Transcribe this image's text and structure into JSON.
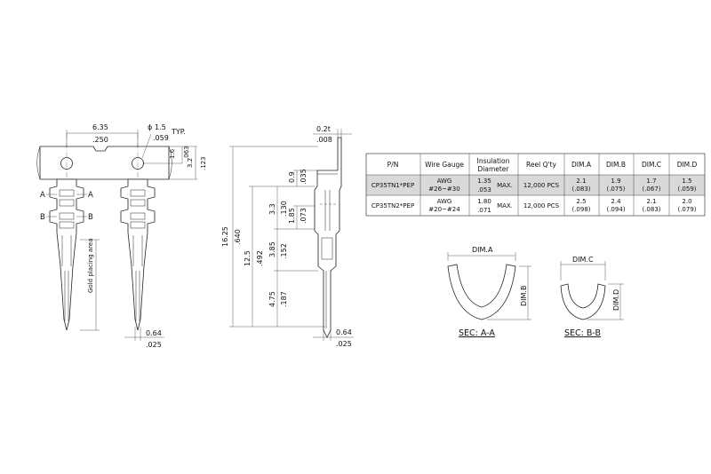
{
  "front_view": {
    "pitch_mm": "6.35",
    "pitch_in": ".250",
    "hole_mm": "1.5",
    "hole_in": ".059",
    "hole_typ": "TYP.",
    "carrier_h1_mm": "1.6",
    "carrier_h1_in": ".063",
    "carrier_h2_mm": "3.2",
    "carrier_h2_in": ".123",
    "section_a_left": "A",
    "section_a_right": "A",
    "section_b_left": "B",
    "section_b_right": "B",
    "plating_label": "Gold placing area",
    "pin_mm": "0.64",
    "pin_in": ".025"
  },
  "side_view": {
    "thk_mm": "0.2t",
    "thk_in": ".008",
    "d_09_mm": "0.9",
    "d_09_in": ".035",
    "d_33_mm": "3.3",
    "d_33_in": ".130",
    "d_185_mm": "1.85",
    "d_185_in": ".073",
    "d_385_mm": "3.85",
    "d_385_in": ".152",
    "d_125_mm": "12.5",
    "d_125_in": ".492",
    "d_475_mm": "4.75",
    "d_475_in": ".187",
    "d_1625_mm": "16.25",
    "d_1625_in": ".640",
    "pin_mm": "0.64",
    "pin_in": ".025"
  },
  "spec_table": {
    "headers": [
      "P/N",
      "Wire Gauge",
      "Insulation Diameter",
      "Reel Q'ty",
      "DIM.A",
      "DIM.B",
      "DIM.C",
      "DIM.D"
    ],
    "header_ins_line1": "Insulation",
    "header_ins_line2": "Diameter",
    "max_label": "MAX.",
    "rows": [
      {
        "pn": "CP35TN1*PEP",
        "gauge_1": "AWG",
        "gauge_2": "#26~#30",
        "ins_mm": "1.35",
        "ins_in": ".053",
        "reel": "12,000 PCS",
        "dim_a": "2.1",
        "dim_a_in": "(.083)",
        "dim_b": "1.9",
        "dim_b_in": "(.075)",
        "dim_c": "1.7",
        "dim_c_in": "(.067)",
        "dim_d": "1.5",
        "dim_d_in": "(.059)",
        "highlight": true
      },
      {
        "pn": "CP35TN2*PEP",
        "gauge_1": "AWG",
        "gauge_2": "#20~#24",
        "ins_mm": "1.80",
        "ins_in": ".071",
        "reel": "12,000 PCS",
        "dim_a": "2.5",
        "dim_a_in": "(.098)",
        "dim_b": "2.4",
        "dim_b_in": "(.094)",
        "dim_c": "2.1",
        "dim_c_in": "(.083)",
        "dim_d": "2.0",
        "dim_d_in": "(.079)",
        "highlight": false
      }
    ],
    "highlight_color": "#d9d9d9"
  },
  "sections": {
    "sec_a_title": "SEC: A-A",
    "sec_a_width_label": "DIM.A",
    "sec_a_height_label": "DIM.B",
    "sec_b_title": "SEC: B-B",
    "sec_b_width_label": "DIM.C",
    "sec_b_height_label": "DIM.D"
  },
  "icons": {
    "phi_symbol": "ϕ"
  }
}
